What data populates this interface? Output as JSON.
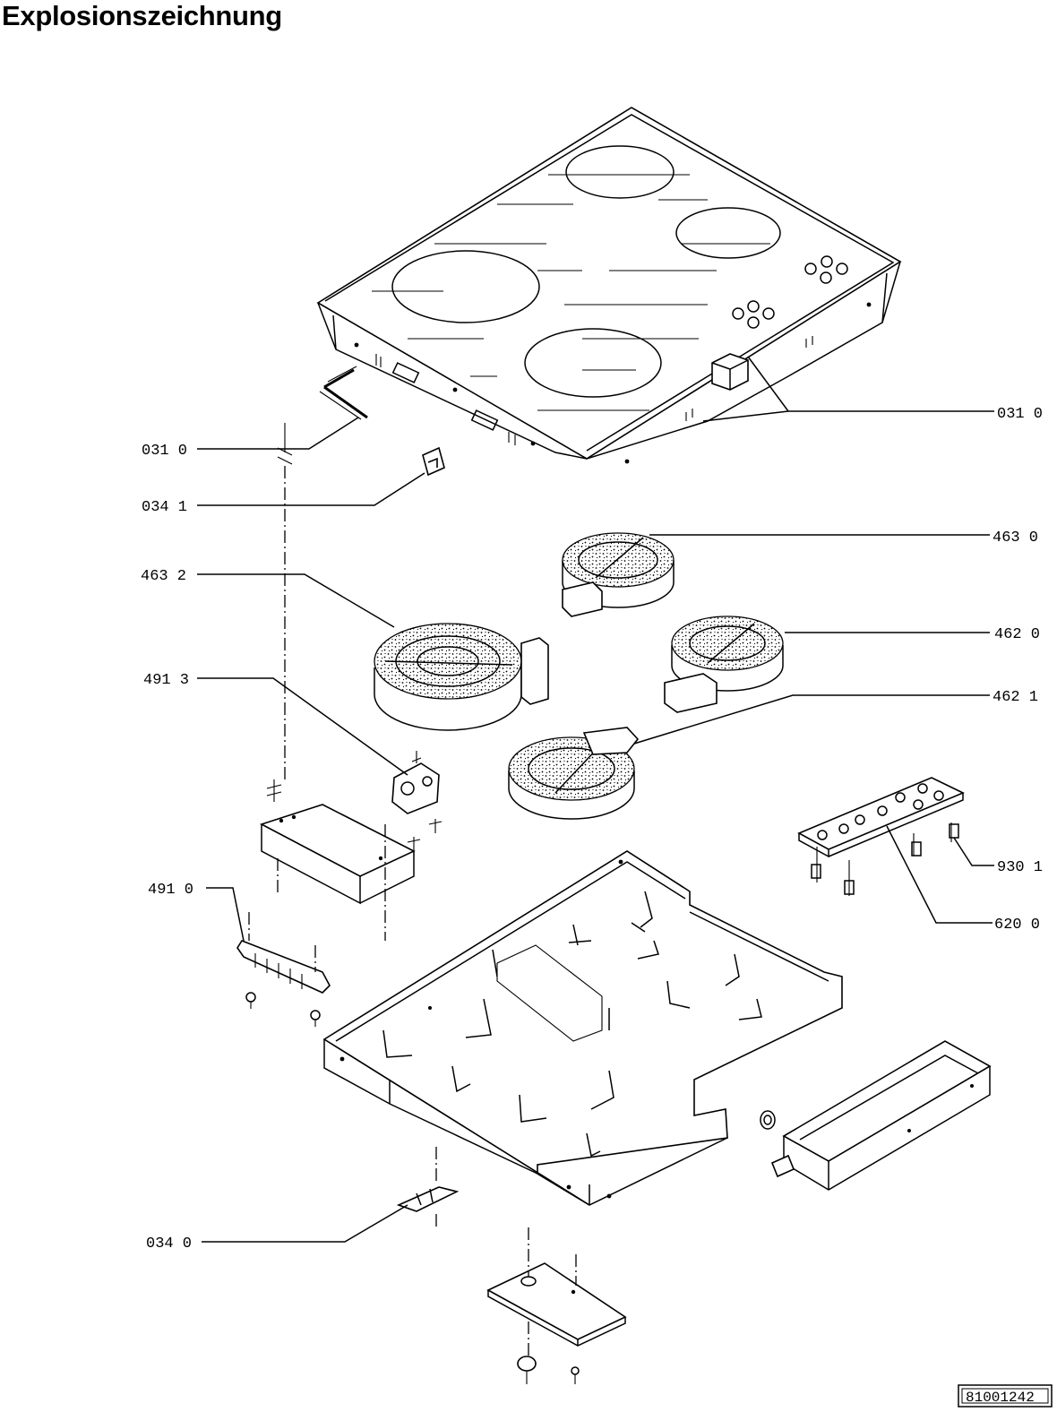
{
  "title": "Explosionszeichnung",
  "reference_number": "81001242",
  "callouts": [
    {
      "label": "031 0",
      "side": "left"
    },
    {
      "label": "034 1",
      "side": "left"
    },
    {
      "label": "463 2",
      "side": "left"
    },
    {
      "label": "491 3",
      "side": "left"
    },
    {
      "label": "491 0",
      "side": "left"
    },
    {
      "label": "034 0",
      "side": "left"
    },
    {
      "label": "031 0",
      "side": "right"
    },
    {
      "label": "463 0",
      "side": "right"
    },
    {
      "label": "462 0",
      "side": "right"
    },
    {
      "label": "462 1",
      "side": "right"
    },
    {
      "label": "930 1",
      "side": "right"
    },
    {
      "label": "620 0",
      "side": "right"
    }
  ]
}
